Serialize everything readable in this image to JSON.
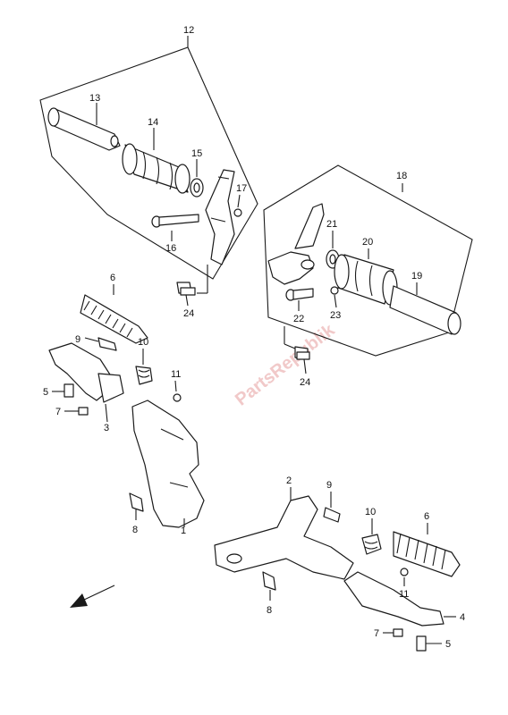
{
  "watermark": "PartsRepublik",
  "callouts": {
    "c1": "1",
    "c2": "2",
    "c3": "3",
    "c4": "4",
    "c5a": "5",
    "c5b": "5",
    "c6a": "6",
    "c6b": "6",
    "c7a": "7",
    "c7b": "7",
    "c8a": "8",
    "c8b": "8",
    "c9a": "9",
    "c9b": "9",
    "c10a": "10",
    "c10b": "10",
    "c11a": "11",
    "c11b": "11",
    "c12": "12",
    "c13": "13",
    "c14": "14",
    "c15": "15",
    "c16": "16",
    "c17": "17",
    "c18": "18",
    "c19": "19",
    "c20": "20",
    "c21": "21",
    "c22": "22",
    "c23": "23",
    "c24a": "24",
    "c24b": "24"
  }
}
